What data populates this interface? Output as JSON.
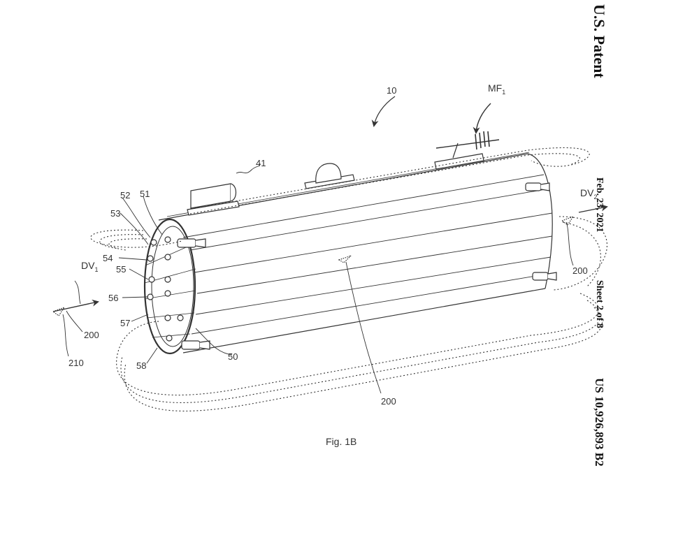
{
  "header": {
    "patent": "U.S. Patent",
    "date": "Feb. 23, 2021",
    "sheet": "Sheet 2 of 8",
    "number": "US 10,926,893 B2"
  },
  "figure": {
    "caption": "Fig. 1B",
    "labels": {
      "ref_10": "10",
      "mf_main": "MF",
      "mf_sub": "1",
      "ref_41": "41",
      "dv2_main": "DV",
      "dv2_sub": "2",
      "dv1_main": "DV",
      "dv1_sub": "1",
      "ref_51": "51",
      "ref_52": "52",
      "ref_53": "53",
      "ref_54": "54",
      "ref_55": "55",
      "ref_56": "56",
      "ref_57": "57",
      "ref_58": "58",
      "ref_50": "50",
      "ref_200_left": "200",
      "ref_200_right": "200",
      "ref_200_bottom": "200",
      "ref_210": "210"
    }
  }
}
